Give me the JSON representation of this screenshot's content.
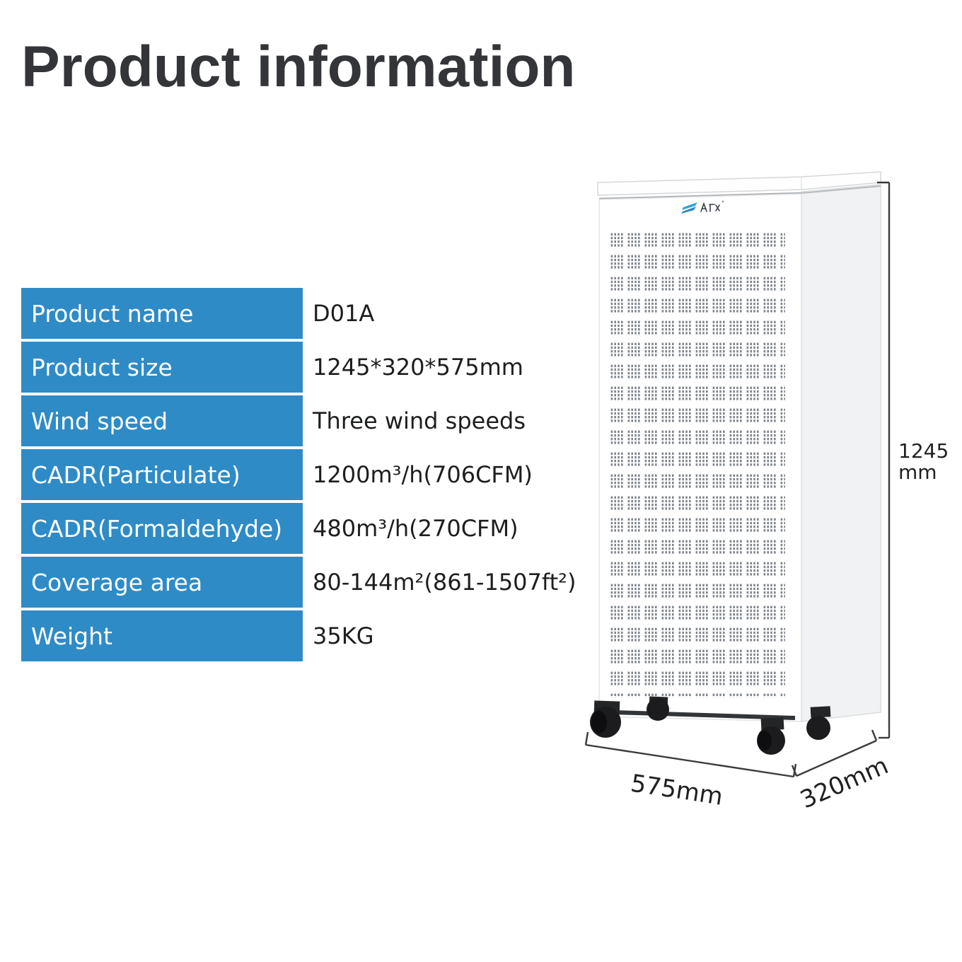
{
  "header": {
    "title": "Product information",
    "title_color": "#333538"
  },
  "spec_table": {
    "label_bg": "#2E8BC6",
    "label_text_color": "#FFFFFF",
    "value_text_color": "#1D1E1F",
    "rows": [
      {
        "label": "Product name",
        "value": "D01A"
      },
      {
        "label": "Product size",
        "value": "1245*320*575mm"
      },
      {
        "label": "Wind speed",
        "value": "Three wind speeds"
      },
      {
        "label": "CADR(Particulate)",
        "value": "1200m³/h(706CFM)"
      },
      {
        "label": "CADR(Formaldehyde)",
        "value": "480m³/h(270CFM)"
      },
      {
        "label": "Coverage area",
        "value": "80-144m²(861-1507ft²)"
      },
      {
        "label": "Weight",
        "value": "35KG"
      }
    ]
  },
  "figure": {
    "description": "white air purifier with perforated front grille on four black casters",
    "icons": {
      "brand_logo": "brand-logo"
    },
    "height_dimension": {
      "value": "1245",
      "unit": "mm"
    },
    "width_dimension": "575mm",
    "depth_dimension": "320mm",
    "colors": {
      "body": "#FFFFFF",
      "side_panel": "#F1F2F4",
      "grille_holes": "#80868D",
      "caster": "#1C1C1E",
      "dimension_line": "#3B3B3B",
      "logo_blue": "#35A3D9"
    }
  }
}
